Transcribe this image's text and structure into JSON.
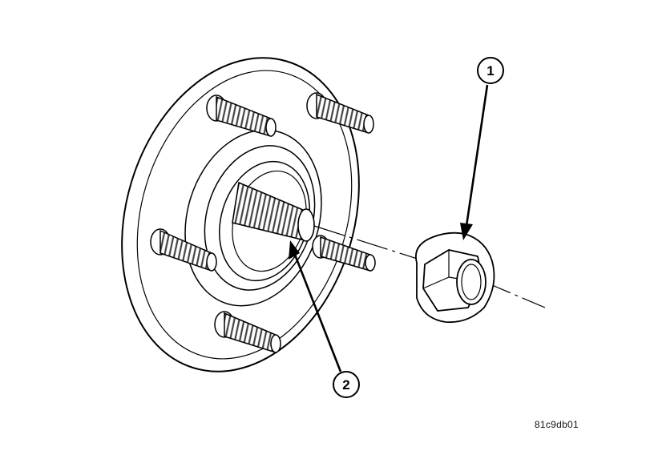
{
  "callouts": [
    {
      "number": "1"
    },
    {
      "number": "2"
    }
  ],
  "figure_code": "81c9db01",
  "colors": {
    "line": "#000000",
    "fill": "#ffffff",
    "hatch": "#888888"
  }
}
